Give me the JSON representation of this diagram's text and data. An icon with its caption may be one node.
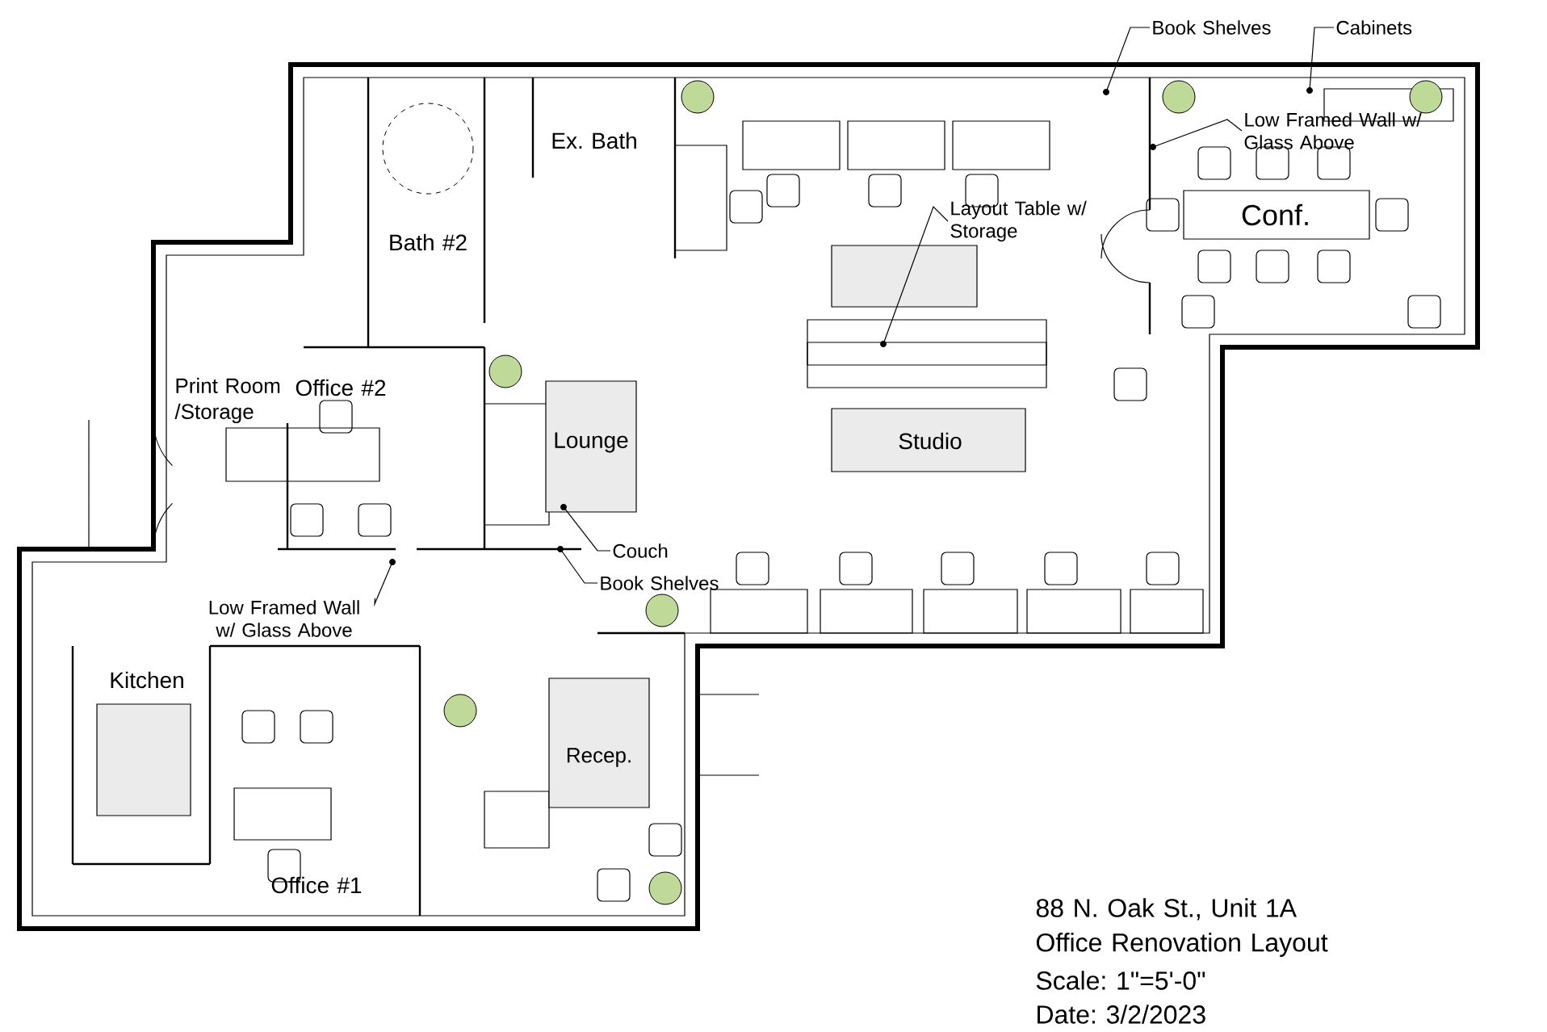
{
  "diagram": {
    "nodes": [
      {
        "text": [
          "Book Shelves"
        ]
      },
      {
        "text": [
          "Cabinets"
        ]
      },
      {
        "text": [
          "Low Framed Wall w/ Glass Above"
        ]
      },
      {
        "text": [
          "Layout Table w/ Storage"
        ]
      },
      {
        "text": [
          "Couch"
        ]
      },
      {
        "text": [
          "Book Shelves"
        ]
      },
      {
        "text": [
          "Low Framed Wall w/ Glass Above"
        ]
      },
      {
        "text": [],
        "shape": "dot"
      },
      {
        "text": [],
        "shape": "dot"
      },
      {
        "text": [],
        "shape": "dot"
      },
      {
        "text": [],
        "shape": "dot"
      },
      {
        "text": [],
        "shape": "dot"
      },
      {
        "text": [],
        "shape": "dot"
      },
      {
        "text": [],
        "shape": "dot"
      }
    ],
    "edges": [
      {
        "from": 0,
        "to": 7,
        "arrow": "none"
      },
      {
        "from": 1,
        "to": 8,
        "arrow": "none"
      },
      {
        "from": 2,
        "to": 9,
        "arrow": "none"
      },
      {
        "from": 3,
        "to": 10,
        "arrow": "none"
      },
      {
        "from": 4,
        "to": 11,
        "arrow": "none"
      },
      {
        "from": 5,
        "to": 12,
        "arrow": "none"
      },
      {
        "from": 6,
        "to": 13,
        "arrow": "none"
      }
    ],
    "labels": [
      "Ex. Bath",
      "Bath #2",
      "Conf.",
      "Print Room /Storage",
      "Office #2",
      "Lounge",
      "Studio",
      "Kitchen",
      "Recep.",
      "Office #1",
      "88 N. Oak St., Unit 1A",
      "Office Renovation Layout",
      "Scale: 1\"=5'-0\"",
      "Date: 3/2/2023"
    ]
  }
}
